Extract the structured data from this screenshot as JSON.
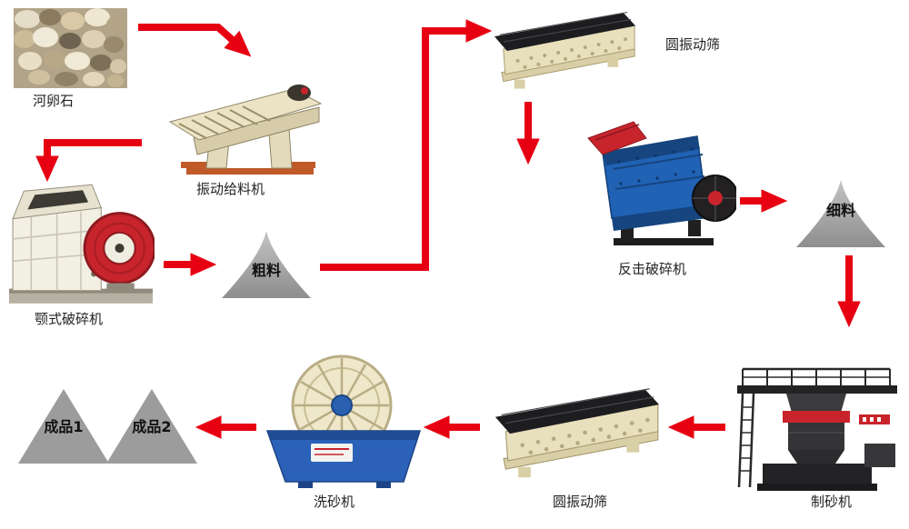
{
  "diagram": {
    "type": "flowchart",
    "colors": {
      "arrow": "#e60012",
      "cone": "#9a9a9a",
      "label": "#222222"
    },
    "nodes": {
      "pebbles": {
        "label": "河卵石",
        "kind": "material-photo"
      },
      "feeder": {
        "label": "振动给料机",
        "kind": "machine"
      },
      "jaw_crusher": {
        "label": "颚式破碎机",
        "kind": "machine"
      },
      "coarse": {
        "label": "粗料",
        "kind": "material-pile"
      },
      "screen_top": {
        "label": "圆振动筛",
        "kind": "machine"
      },
      "impact_crusher": {
        "label": "反击破碎机",
        "kind": "machine"
      },
      "fine": {
        "label": "细料",
        "kind": "material-pile"
      },
      "sand_maker": {
        "label": "制砂机",
        "kind": "machine"
      },
      "screen_bottom": {
        "label": "圆振动筛",
        "kind": "machine"
      },
      "sand_washer": {
        "label": "洗砂机",
        "kind": "machine"
      },
      "product1": {
        "label": "成品1",
        "kind": "material-pile"
      },
      "product2": {
        "label": "成品2",
        "kind": "material-pile"
      }
    },
    "flow": [
      [
        "pebbles",
        "feeder"
      ],
      [
        "feeder",
        "jaw_crusher"
      ],
      [
        "jaw_crusher",
        "coarse"
      ],
      [
        "coarse",
        "screen_top"
      ],
      [
        "screen_top",
        "impact_crusher"
      ],
      [
        "impact_crusher",
        "fine"
      ],
      [
        "fine",
        "sand_maker"
      ],
      [
        "sand_maker",
        "screen_bottom"
      ],
      [
        "screen_bottom",
        "sand_washer"
      ],
      [
        "sand_washer",
        "product1"
      ]
    ]
  }
}
